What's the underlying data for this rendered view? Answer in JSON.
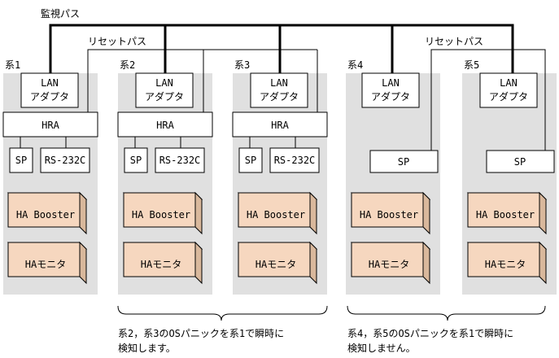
{
  "labels": {
    "monitor_path": "監視パス",
    "reset_path_left": "リセットパス",
    "reset_path_right": "リセットパス"
  },
  "lan_adapter": [
    "LAN",
    "アダプタ"
  ],
  "hra": "HRA",
  "sp": "SP",
  "rs232c": "RS-232C",
  "ha_booster": "HA Booster",
  "ha_monitor": "HAモニタ",
  "systems": [
    {
      "name": "系1",
      "type": "full"
    },
    {
      "name": "系2",
      "type": "full"
    },
    {
      "name": "系3",
      "type": "full"
    },
    {
      "name": "系4",
      "type": "sp"
    },
    {
      "name": "系5",
      "type": "sp"
    }
  ],
  "notes": {
    "left_line1": "系2，系3のOSパニックを系1で瞬時に",
    "left_line2": "検知します。",
    "right_line1": "系4，系5のOSパニックを系1で瞬時に",
    "right_line2": "検知しません。"
  },
  "colors": {
    "panel": "#e0e0e0",
    "box_front": "#f6d7bf",
    "box_top": "#fbe8d8",
    "box_side": "#d9b89c",
    "line": "#000000"
  }
}
